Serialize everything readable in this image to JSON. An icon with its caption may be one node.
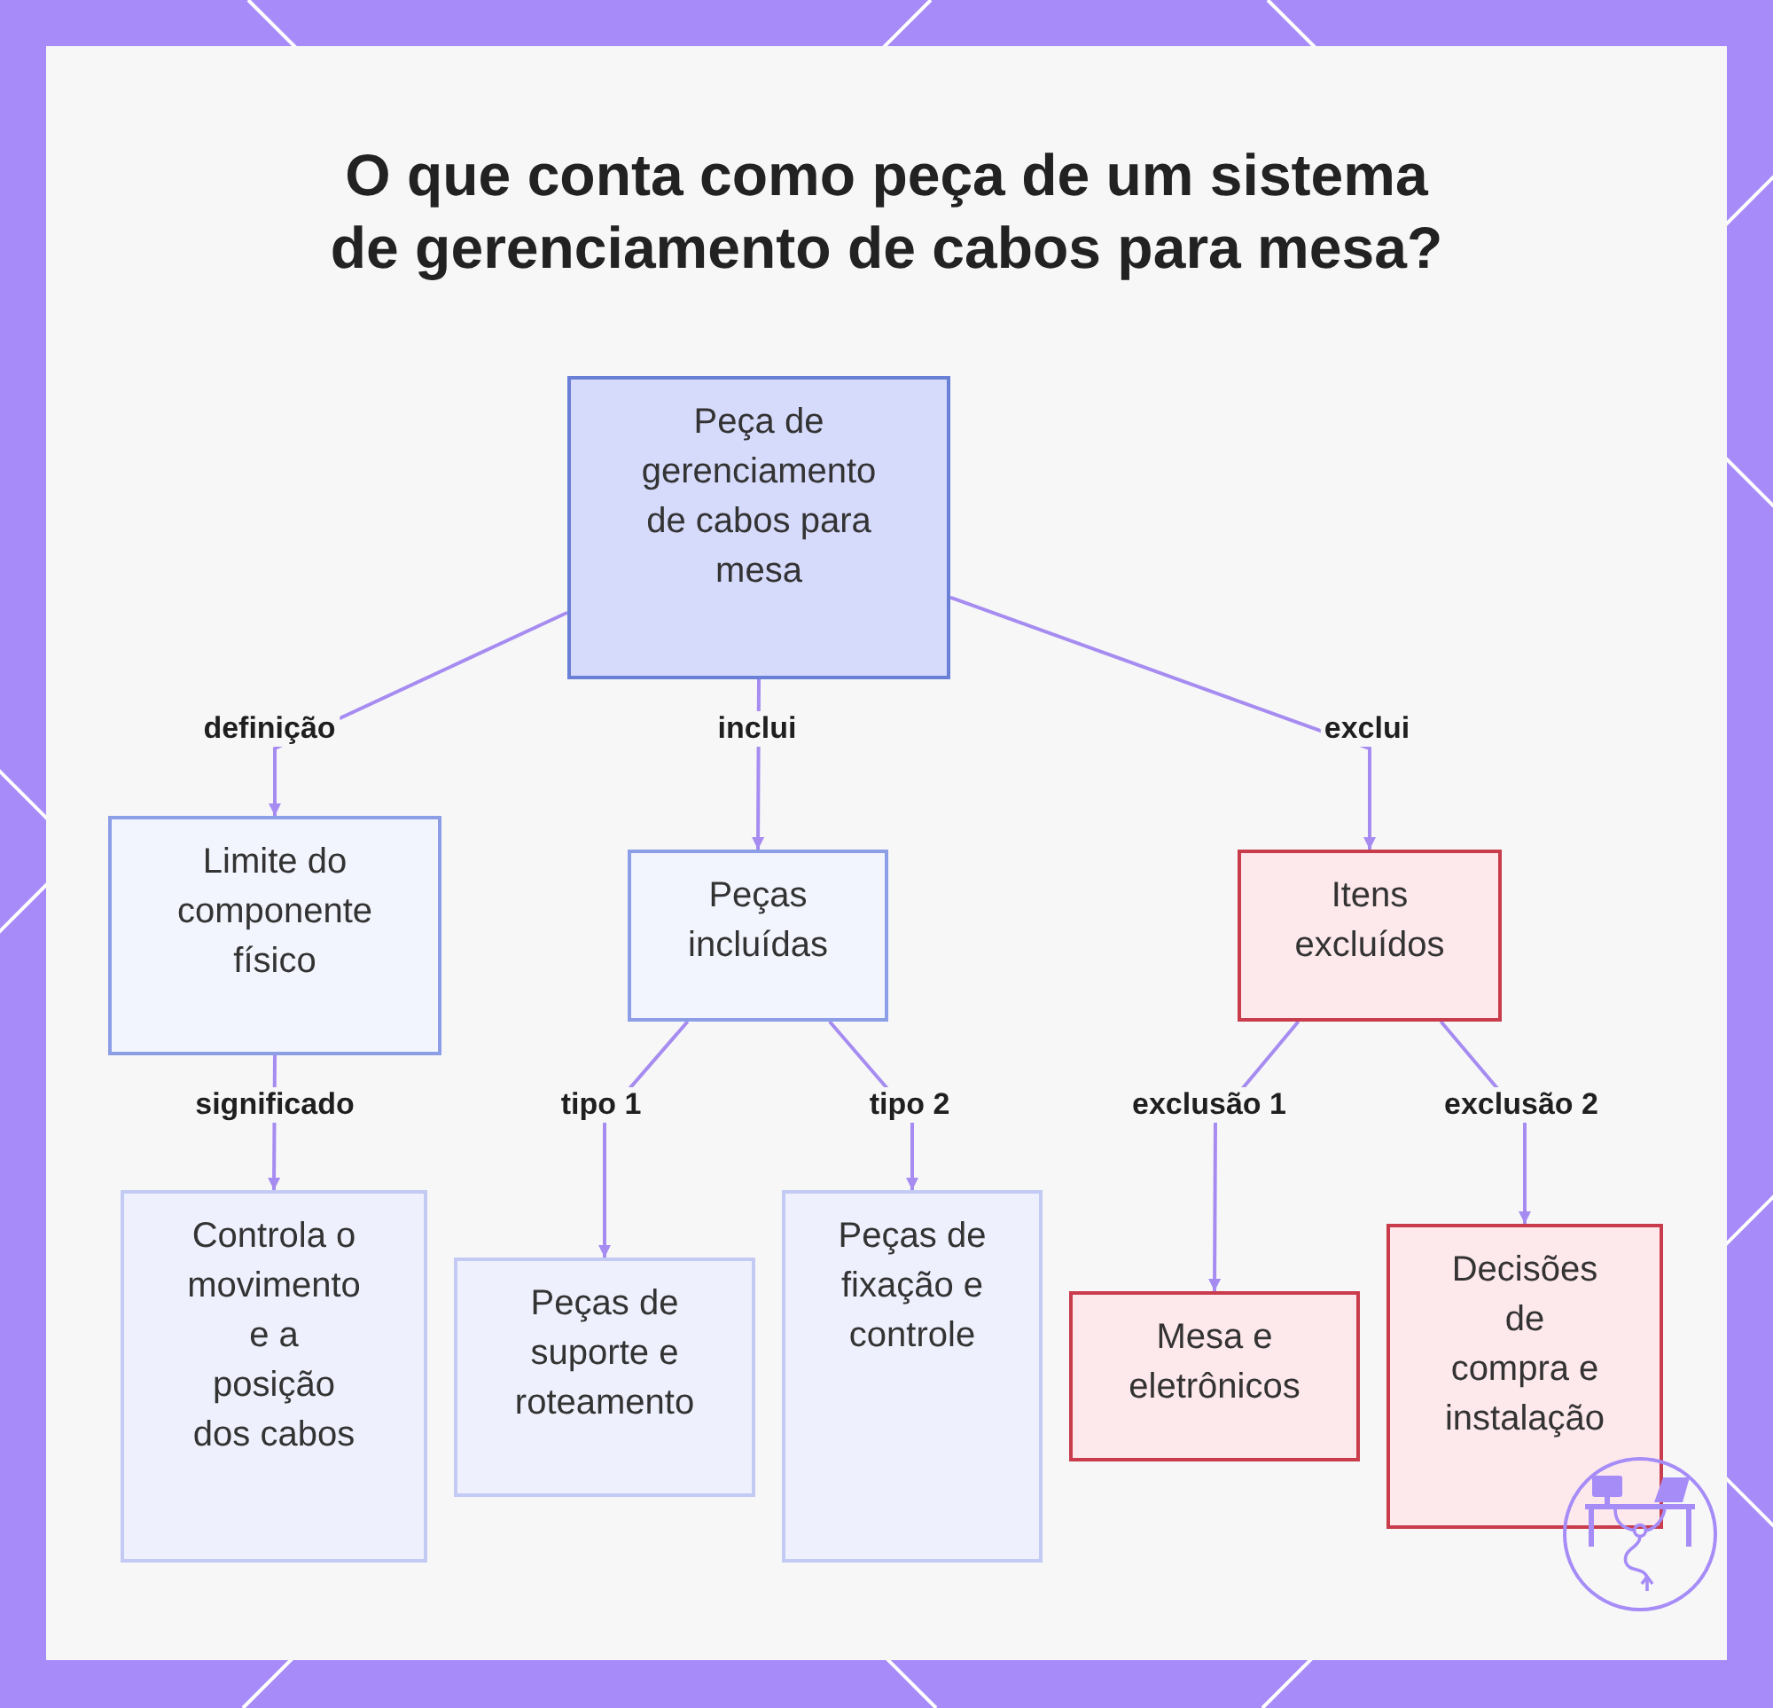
{
  "diagram": {
    "title": "O que conta como peça de um sistema de gerenciamento de cabos para mesa?",
    "nodes": [
      {
        "text": [
          "Peça de gerenciamento de cabos para mesa"
        ]
      },
      {
        "text": [
          "Limite do componente físico"
        ]
      },
      {
        "text": [
          "Peças incluídas"
        ]
      },
      {
        "text": [
          "Itens excluídos"
        ]
      },
      {
        "text": [
          "Controla o movimento e a posição dos cabos"
        ]
      },
      {
        "text": [
          "Peças de suporte e roteamento"
        ]
      },
      {
        "text": [
          "Peças de fixação e controle"
        ]
      },
      {
        "text": [
          "Mesa e eletrônicos"
        ]
      },
      {
        "text": [
          "Decisões de compra e instalação"
        ]
      }
    ],
    "edges": [
      {
        "from": 0,
        "to": 1,
        "arrow": "to",
        "label": "definição"
      },
      {
        "from": 0,
        "to": 2,
        "arrow": "to",
        "label": "inclui"
      },
      {
        "from": 0,
        "to": 3,
        "arrow": "to",
        "label": "exclui"
      },
      {
        "from": 1,
        "to": 4,
        "arrow": "to",
        "label": "significado"
      },
      {
        "from": 2,
        "to": 5,
        "arrow": "to",
        "label": "tipo 1"
      },
      {
        "from": 2,
        "to": 6,
        "arrow": "to",
        "label": "tipo 2"
      },
      {
        "from": 3,
        "to": 7,
        "arrow": "to",
        "label": "exclusão 1"
      },
      {
        "from": 3,
        "to": 8,
        "arrow": "to",
        "label": "exclusão 2"
      }
    ]
  }
}
